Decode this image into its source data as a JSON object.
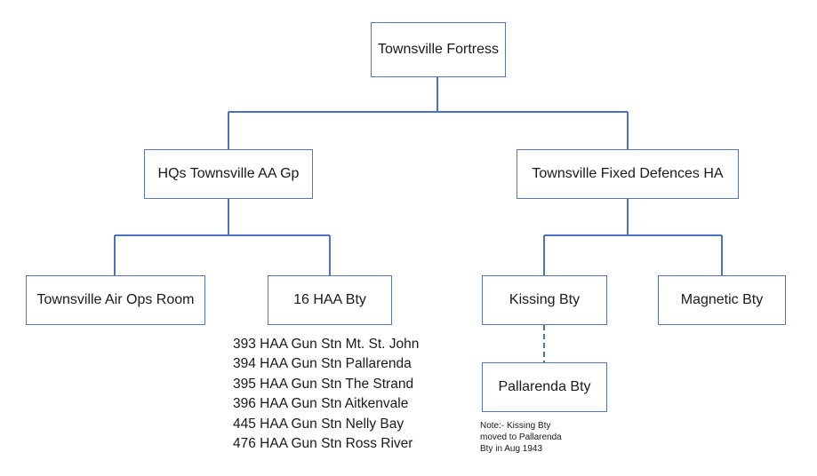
{
  "diagram": {
    "nodes": {
      "fortress": "Townsville Fortress",
      "aa_group": "HQs Townsville AA Gp",
      "fixed_defences": "Townsville Fixed Defences HA",
      "air_ops_room": "Townsville Air Ops Room",
      "haa_bty_16": "16 HAA Bty",
      "kissing_bty": "Kissing Bty",
      "magnetic_bty": "Magnetic Bty",
      "pallarenda_bty": "Pallarenda Bty"
    },
    "gun_stations": [
      "393 HAA Gun Stn Mt. St. John",
      "394 HAA Gun Stn Pallarenda",
      "395 HAA Gun Stn The Strand",
      "396 HAA Gun Stn Aitkenvale",
      "445 HAA Gun Stn Nelly Bay",
      "476 HAA Gun Stn Ross River"
    ],
    "note": {
      "line1": "Note:- Kissing Bty",
      "line2": "moved to Pallarenda",
      "line3": "Bty in Aug 1943"
    },
    "colors": {
      "box_border": "#5576b8",
      "connector": "#4a72c4",
      "text": "#1a1a1a"
    }
  }
}
